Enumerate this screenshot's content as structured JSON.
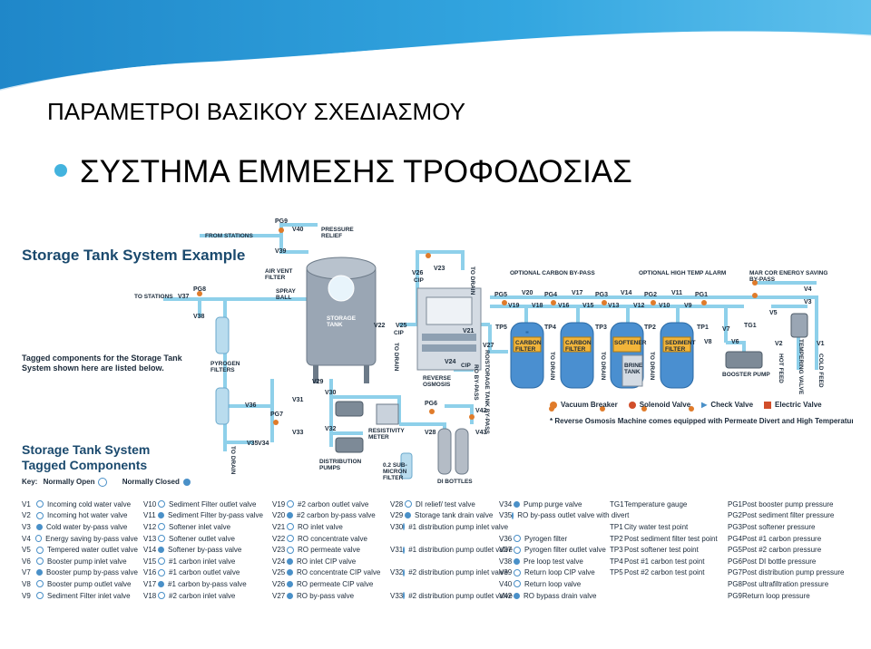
{
  "slide": {
    "title": "ΠΑΡΑΜΕΤΡΟΙ ΒΑΣΙΚΟΥ ΣΧΕΔΙΑΣΜΟΥ",
    "bullet": "ΣΥΣΤΗΜΑ ΕΜΜΕΣΗΣ ΤΡΟΦΟΔΟΣΙΑΣ"
  },
  "diagram": {
    "title": "Storage Tank System Example",
    "tagged_note": "Tagged components for the Storage Tank System shown here are listed below.",
    "tagged_title_1": "Storage Tank System",
    "tagged_title_2": "Tagged Components",
    "key_label": "Key:",
    "key_open": "Normally Open",
    "key_closed": "Normally Closed",
    "labels": {
      "from_stations": "FROM STATIONS",
      "pressure_relief": "PRESSURE RELIEF",
      "air_vent_filter": "AIR VENT FILTER",
      "spray_ball": "SPRAY BALL",
      "storage_tank": "STORAGE TANK",
      "to_stations": "TO STATIONS",
      "pyrogen_filters": "PYROGEN FILTERS",
      "to_drain_1": "TO DRAIN",
      "to_drain_2": "TO DRAIN",
      "to_drain_3": "TO DRAIN",
      "to_drain_4": "TO DRAIN",
      "to_drain_5": "TO DRAIN",
      "to_drain_6": "TO DRAIN",
      "reverse_osmosis": "REVERSE OSMOSIS",
      "ro_bypass": "RO BY-PASS",
      "ro_storage_tank_bypass": "RO/STORAGE TANK BY-PASS",
      "resistivity_meter": "RESISTIVITY METER",
      "distribution_pumps": "DISTRIBUTION PUMPS",
      "submicron_filter": "0.2 SUB-MICRON FILTER",
      "di_bottles": "DI BOTTLES",
      "optional_carbon_bypass": "OPTIONAL CARBON BY-PASS",
      "optional_high_temp_alarm": "OPTIONAL HIGH TEMP ALARM",
      "mar_cor_energy_saving": "MAR COR ENERGY SAVING BY-PASS",
      "carbon_filter_1": "CARBON FILTER",
      "carbon_filter_2": "CARBON FILTER",
      "softener": "SOFTENER",
      "brine_tank": "BRINE TANK",
      "sediment_filter": "SEDIMENT FILTER",
      "booster_pump": "BOOSTER PUMP",
      "hot_feed": "HOT FEED",
      "cold_feed": "COLD FEED",
      "tempering_valve": "TEMPERING VALVE",
      "cip_1": "CIP",
      "cip_2": "CIP",
      "cip_3": "CIP"
    },
    "tags": {
      "pg9": "PG9",
      "v40": "V40",
      "v39": "V39",
      "pg8": "PG8",
      "v37": "V37",
      "v38": "V38",
      "v26": "V26",
      "v23": "V23",
      "v22": "V22",
      "v25": "V25",
      "v24": "V24",
      "v21": "V21",
      "v27": "V27",
      "v29": "V29",
      "v30": "V30",
      "v31": "V31",
      "v32": "V32",
      "v33": "V33",
      "v34": "V34",
      "v35": "V35",
      "v36": "V36",
      "pg7": "PG7",
      "pg6": "PG6",
      "v28": "V28",
      "v43": "V43",
      "v42": "V42",
      "pg5": "PG5",
      "tp5": "TP5",
      "v19": "V19",
      "v20": "V20",
      "v18": "V18",
      "pg4": "PG4",
      "tp4": "TP4",
      "v16": "V16",
      "v17": "V17",
      "v15": "V15",
      "pg3": "PG3",
      "tp3": "TP3",
      "v13": "V13",
      "v14": "V14",
      "v12": "V12",
      "pg2": "PG2",
      "tp2": "TP2",
      "v10": "V10",
      "v11": "V11",
      "v9": "V9",
      "pg1": "PG1",
      "tp1": "TP1",
      "v7": "V7",
      "v8": "V8",
      "v6": "V6",
      "tg1": "TG1",
      "v5": "V5",
      "v4": "V4",
      "v3": "V3",
      "v2": "V2",
      "v1": "V1"
    },
    "symbol_key": {
      "vacuum_breaker": "Vacuum Breaker",
      "solenoid_valve": "Solenoid Valve",
      "check_valve": "Check Valve",
      "electric_valve": "Electric Valve"
    },
    "ro_note": "* Reverse Osmosis Machine comes equipped with Permeate Divert and High Temperature Alarm",
    "colors": {
      "pipe": "#8ed0ea",
      "tank": "#4a8fd0",
      "steel": "#9aa6b4",
      "tag_orange": "#e07b2a",
      "heading": "#1b4a6e",
      "slide_header": "#2e9ad6"
    }
  },
  "legend": {
    "col1": [
      {
        "code": "V1",
        "state": "open",
        "desc": "Incoming cold water valve"
      },
      {
        "code": "V2",
        "state": "open",
        "desc": "Incoming hot water valve"
      },
      {
        "code": "V3",
        "state": "closed",
        "desc": "Cold water by-pass valve"
      },
      {
        "code": "V4",
        "state": "open",
        "desc": "Energy saving by-pass valve"
      },
      {
        "code": "V5",
        "state": "open",
        "desc": "Tempered water outlet valve"
      },
      {
        "code": "V6",
        "state": "open",
        "desc": "Booster pump inlet valve"
      },
      {
        "code": "V7",
        "state": "closed",
        "desc": "Booster pump by-pass valve"
      },
      {
        "code": "V8",
        "state": "open",
        "desc": "Booster pump outlet valve"
      },
      {
        "code": "V9",
        "state": "open",
        "desc": "Sediment Filter inlet valve"
      }
    ],
    "col2": [
      {
        "code": "V10",
        "state": "open",
        "desc": "Sediment Filter outlet valve"
      },
      {
        "code": "V11",
        "state": "closed",
        "desc": "Sediment Filter by-pass valve"
      },
      {
        "code": "V12",
        "state": "open",
        "desc": "Softener inlet valve"
      },
      {
        "code": "V13",
        "state": "open",
        "desc": "Softener outlet valve"
      },
      {
        "code": "V14",
        "state": "closed",
        "desc": "Softener by-pass valve"
      },
      {
        "code": "V15",
        "state": "open",
        "desc": "#1 carbon inlet valve"
      },
      {
        "code": "V16",
        "state": "open",
        "desc": "#1 carbon outlet valve"
      },
      {
        "code": "V17",
        "state": "closed",
        "desc": "#1 carbon by-pass valve"
      },
      {
        "code": "V18",
        "state": "open",
        "desc": "#2 carbon inlet valve"
      }
    ],
    "col3": [
      {
        "code": "V19",
        "state": "open",
        "desc": "#2 carbon outlet valve"
      },
      {
        "code": "V20",
        "state": "closed",
        "desc": "#2 carbon by-pass valve"
      },
      {
        "code": "V21",
        "state": "open",
        "desc": "RO inlet valve"
      },
      {
        "code": "V22",
        "state": "open",
        "desc": "RO concentrate valve"
      },
      {
        "code": "V23",
        "state": "open",
        "desc": "RO permeate valve"
      },
      {
        "code": "V24",
        "state": "closed",
        "desc": "RO inlet CIP valve"
      },
      {
        "code": "V25",
        "state": "closed",
        "desc": "RO concentrate CIP valve"
      },
      {
        "code": "V26",
        "state": "closed",
        "desc": "RO permeate CIP valve"
      },
      {
        "code": "V27",
        "state": "closed",
        "desc": "RO by-pass valve"
      }
    ],
    "col4": [
      {
        "code": "V28",
        "state": "open",
        "desc": "DI relief/ test valve"
      },
      {
        "code": "V29",
        "state": "closed",
        "desc": "Storage tank drain valve"
      },
      {
        "code": "V30",
        "state": "open",
        "desc": "#1 distribution pump inlet valve"
      },
      {
        "code": "",
        "state": "none",
        "desc": ""
      },
      {
        "code": "V31",
        "state": "open",
        "desc": "#1 distribution pump outlet valve"
      },
      {
        "code": "",
        "state": "none",
        "desc": ""
      },
      {
        "code": "V32",
        "state": "open",
        "desc": "#2 distribution pump inlet valve"
      },
      {
        "code": "",
        "state": "none",
        "desc": ""
      },
      {
        "code": "V33",
        "state": "open",
        "desc": "#2 distribution pump outlet valve"
      }
    ],
    "col5": [
      {
        "code": "V34",
        "state": "closed",
        "desc": "Pump purge valve"
      },
      {
        "code": "V35",
        "state": "open",
        "desc": "RO by-pass outlet valve with divert"
      },
      {
        "code": "",
        "state": "none",
        "desc": ""
      },
      {
        "code": "V36",
        "state": "open",
        "desc": "Pyrogen filter"
      },
      {
        "code": "V37",
        "state": "open",
        "desc": "Pyrogen filter outlet valve"
      },
      {
        "code": "V38",
        "state": "closed",
        "desc": "Pre loop test valve"
      },
      {
        "code": "V39",
        "state": "open",
        "desc": "Return loop CIP valve"
      },
      {
        "code": "V40",
        "state": "open",
        "desc": "Return loop valve"
      },
      {
        "code": "V42",
        "state": "closed",
        "desc": "RO bypass drain valve"
      }
    ],
    "col6": [
      {
        "code": "TG1",
        "state": "none",
        "desc": "Temperature gauge"
      },
      {
        "code": "",
        "state": "none",
        "desc": ""
      },
      {
        "code": "TP1",
        "state": "none",
        "desc": "City water test point"
      },
      {
        "code": "TP2",
        "state": "none",
        "desc": "Post sediment filter test point"
      },
      {
        "code": "TP3",
        "state": "none",
        "desc": "Post softener test point"
      },
      {
        "code": "TP4",
        "state": "none",
        "desc": "Post #1 carbon test point"
      },
      {
        "code": "TP5",
        "state": "none",
        "desc": "Post #2 carbon test point"
      }
    ],
    "col7": [
      {
        "code": "PG1",
        "state": "none",
        "desc": "Post booster pump pressure"
      },
      {
        "code": "PG2",
        "state": "none",
        "desc": "Post sediment filter pressure"
      },
      {
        "code": "PG3",
        "state": "none",
        "desc": "Post softener pressure"
      },
      {
        "code": "PG4",
        "state": "none",
        "desc": "Post #1 carbon pressure"
      },
      {
        "code": "PG5",
        "state": "none",
        "desc": "Post #2 carbon pressure"
      },
      {
        "code": "PG6",
        "state": "none",
        "desc": "Post DI bottle pressure"
      },
      {
        "code": "PG7",
        "state": "none",
        "desc": "Post distribution pump pressure"
      },
      {
        "code": "PG8",
        "state": "none",
        "desc": "Post ultrafiltration pressure"
      },
      {
        "code": "PG9",
        "state": "none",
        "desc": "Return loop pressure"
      }
    ]
  }
}
